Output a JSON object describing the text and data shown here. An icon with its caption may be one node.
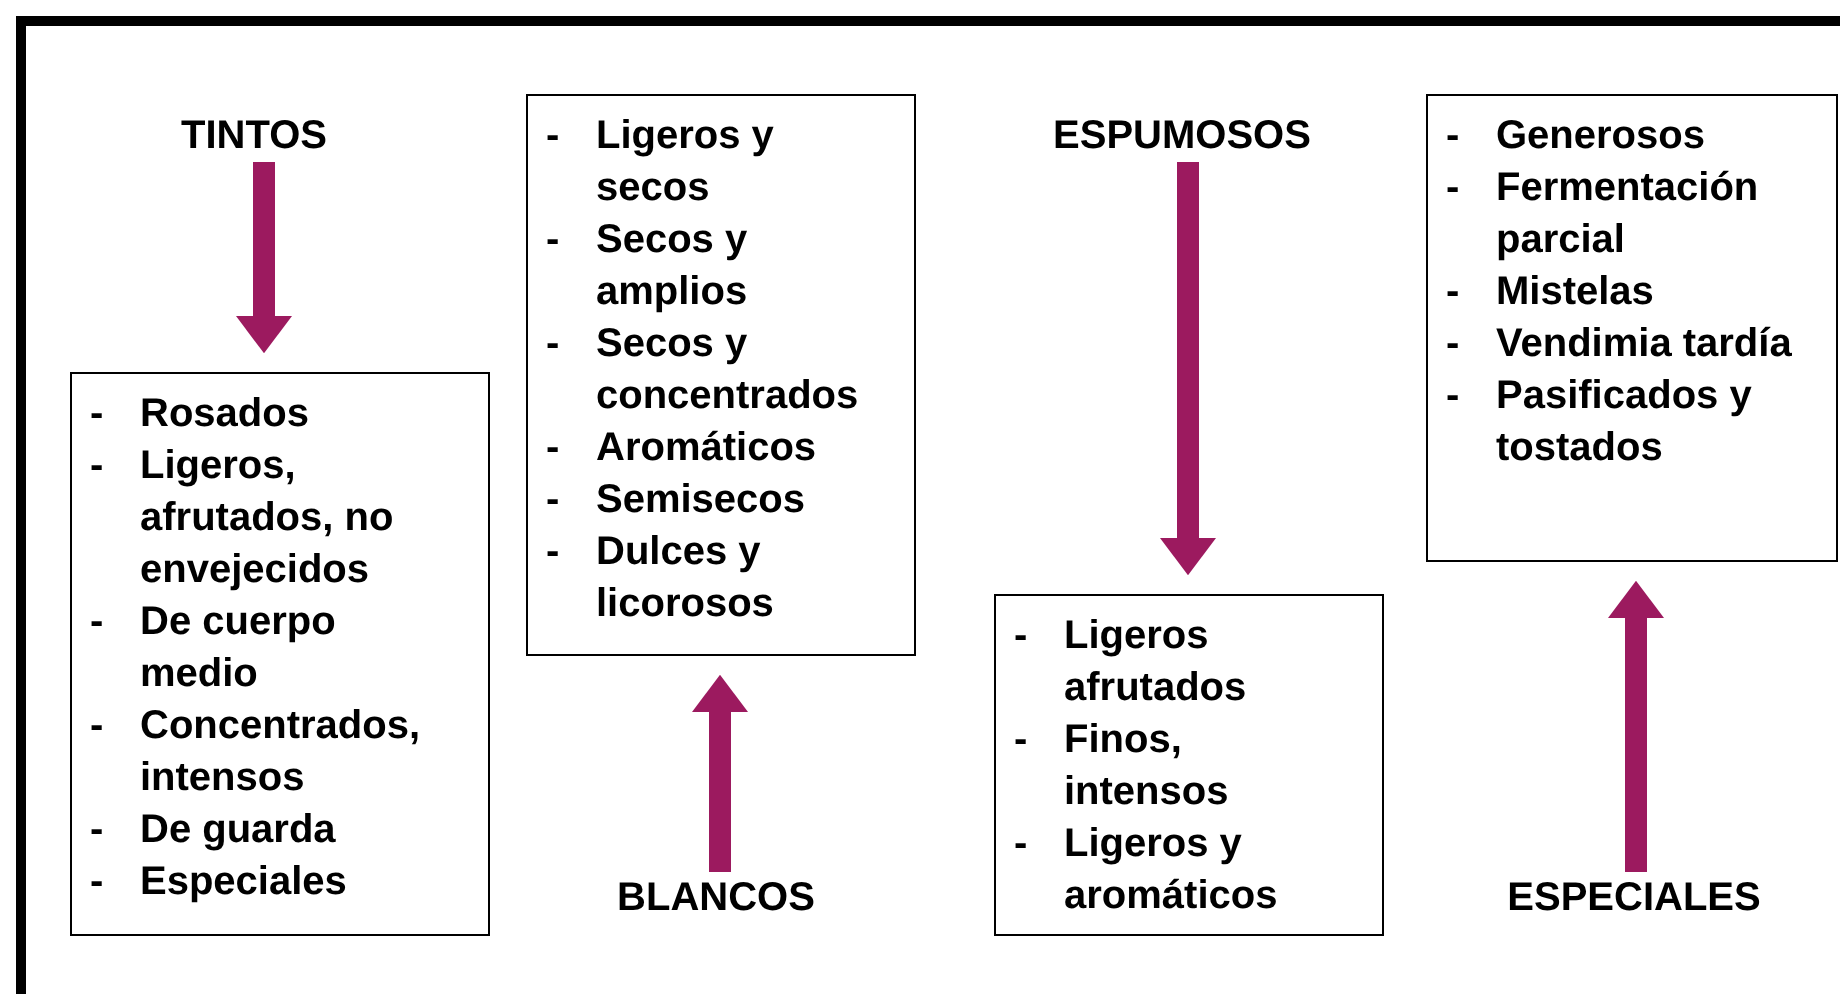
{
  "diagram": {
    "nodes": [
      {
        "text": [
          "TINTOS"
        ]
      },
      {
        "text": [
          "- Rosados",
          "- Ligeros, afrutados, no envejecidos",
          "- De cuerpo medio",
          "- Concentrados, intensos",
          "- De guarda",
          "- Especiales"
        ]
      },
      {
        "text": [
          "- Ligeros y secos",
          "- Secos y amplios",
          "- Secos y concentrados",
          "- Aromáticos",
          "- Semisecos",
          "- Dulces y licorosos"
        ]
      },
      {
        "text": [
          "BLANCOS"
        ]
      },
      {
        "text": [
          "ESPUMOSOS"
        ]
      },
      {
        "text": [
          "- Ligeros afrutados",
          "- Finos, intensos",
          "- Ligeros y aromáticos"
        ]
      },
      {
        "text": [
          "- Generosos",
          "- Fermentación parcial",
          "- Mistelas",
          "- Vendimia tardía",
          "- Pasificados y tostados"
        ]
      },
      {
        "text": [
          "ESPECIALES"
        ]
      }
    ],
    "edges": [
      {
        "from": 0,
        "to": 1,
        "arrow": "to"
      },
      {
        "from": 3,
        "to": 2,
        "arrow": "to"
      },
      {
        "from": 4,
        "to": 5,
        "arrow": "to"
      },
      {
        "from": 7,
        "to": 6,
        "arrow": "to"
      }
    ]
  }
}
